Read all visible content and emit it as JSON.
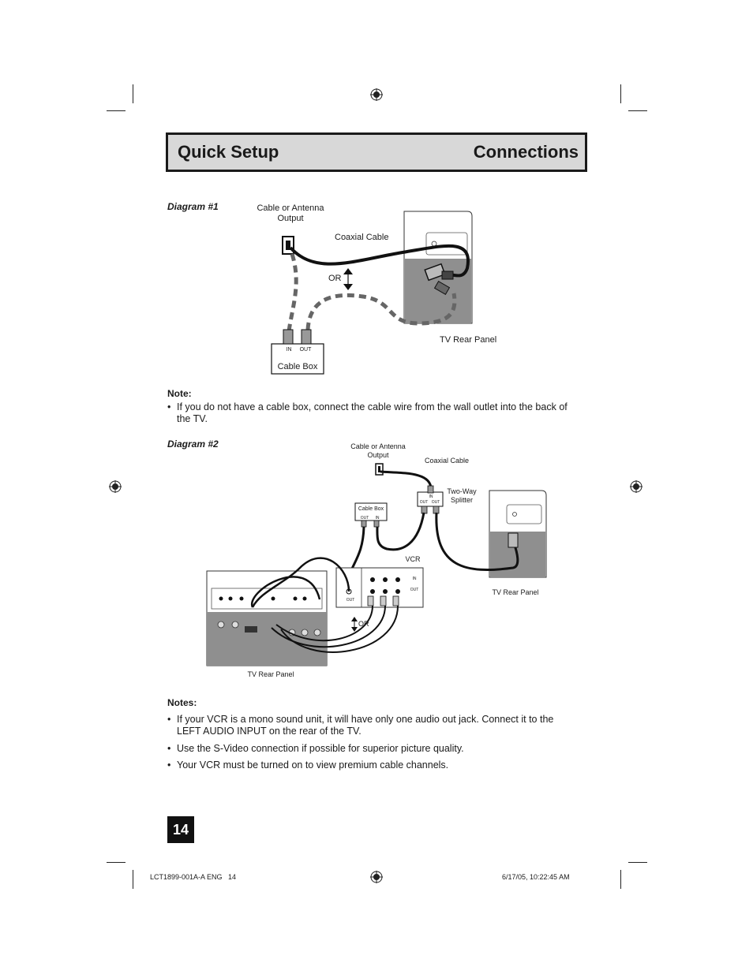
{
  "header": {
    "left_title": "Quick Setup",
    "right_title": "Connections"
  },
  "diagram1": {
    "label": "Diagram #1",
    "source_label": "Cable or Antenna Output",
    "coax_label": "Coaxial Cable",
    "or_label": "OR",
    "tv_label": "TV Rear Panel",
    "box_label": "Cable Box",
    "box_in": "IN",
    "box_out": "OUT"
  },
  "note1": {
    "heading": "Note:",
    "bullet": "•",
    "text": "If you do not have a cable box, connect the cable wire from the wall outlet into the back of the TV."
  },
  "diagram2": {
    "label": "Diagram #2",
    "source_label": "Cable or Antenna Output",
    "coax_label": "Coaxial Cable",
    "splitter_label": "Two-Way Splitter",
    "splitter_in": "IN",
    "splitter_out1": "OUT",
    "splitter_out2": "OUT",
    "box_label": "Cable Box",
    "box_out": "OUT",
    "box_in": "IN",
    "vcr_label": "VCR",
    "vcr_in": "IN",
    "vcr_out": "OUT",
    "vcr_out2": "OUT",
    "or_label": "OR",
    "tv_label_right": "TV Rear Panel",
    "tv_label_bottom": "TV Rear Panel"
  },
  "notes2": {
    "heading": "Notes:",
    "bullet": "•",
    "items": [
      "If your VCR is a mono sound unit, it will have only one audio out jack. Connect it to the LEFT AUDIO INPUT on the rear of the TV.",
      "Use the S-Video connection if possible for superior picture quality.",
      "Your VCR must be turned on to view premium cable channels."
    ]
  },
  "page_number": "14",
  "footer": {
    "left": "LCT1899-001A-A ENG   14",
    "right": "6/17/05, 10:22:45 AM"
  }
}
